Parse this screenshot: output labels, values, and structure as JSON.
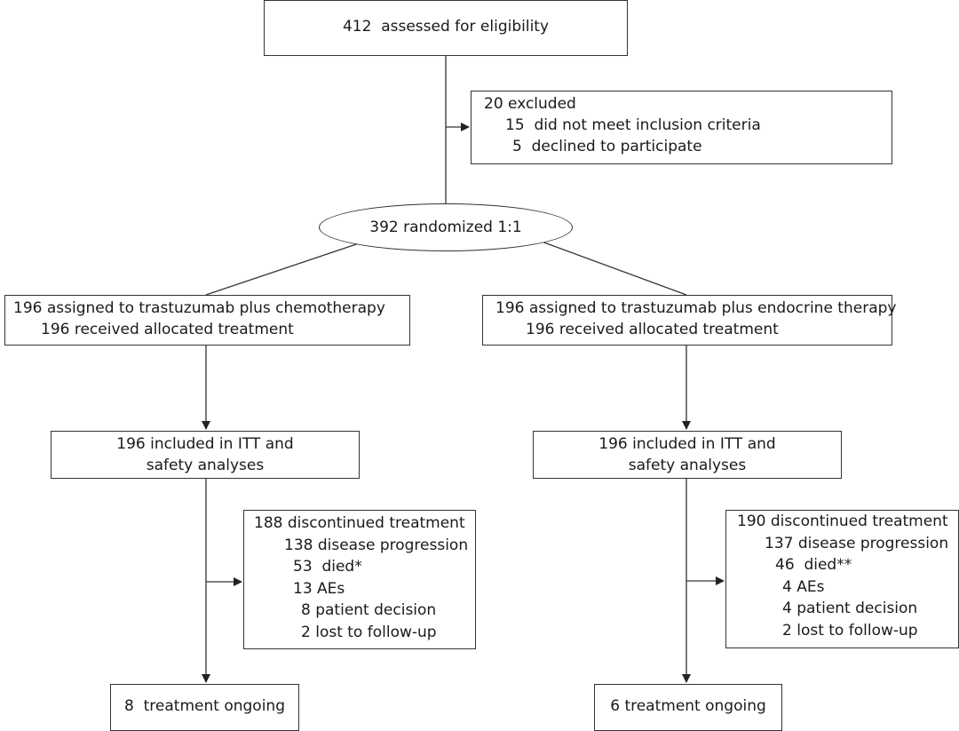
{
  "assessed": "412  assessed for eligibility",
  "excluded": {
    "title": "20 excluded",
    "items": [
      "15  did not meet inclusion criteria",
      "5  declined to participate"
    ]
  },
  "randomized": "392 randomized 1:1",
  "arms": [
    {
      "assigned": "196 assigned to trastuzumab plus chemotherapy",
      "received": "196 received allocated treatment",
      "itt": [
        "196 included in ITT and",
        "safety analyses"
      ],
      "discontinued": {
        "title": "188 discontinued treatment",
        "items": [
          "138 disease progression",
          "53  died*",
          "13 AEs",
          "8 patient decision",
          "2 lost to follow-up"
        ]
      },
      "ongoing": "8  treatment ongoing"
    },
    {
      "assigned": "196 assigned to trastuzumab plus endocrine therapy",
      "received": "196 received allocated treatment",
      "itt": [
        "196 included in ITT and",
        "safety analyses"
      ],
      "discontinued": {
        "title": "190 discontinued treatment",
        "items": [
          "137 disease progression",
          "46  died**",
          "4 AEs",
          "4 patient decision",
          "2 lost to follow-up"
        ]
      },
      "ongoing": "6 treatment ongoing"
    }
  ]
}
